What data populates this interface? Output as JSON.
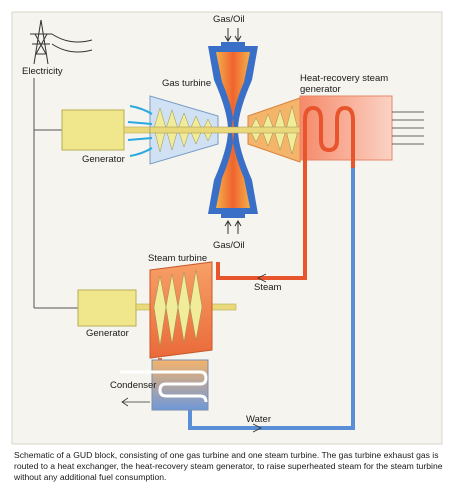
{
  "labels": {
    "gas_oil_top": "Gas/Oil",
    "gas_oil_bottom": "Gas/Oil",
    "electricity": "Electricity",
    "gas_turbine": "Gas turbine",
    "hrsg": "Heat-recovery steam generator",
    "generator_top": "Generator",
    "steam_turbine": "Steam turbine",
    "steam": "Steam",
    "generator_bottom": "Generator",
    "condenser": "Condenser",
    "water": "Water"
  },
  "caption": "Schematic of a GUD block, consisting of one gas turbine and one steam turbine. The gas turbine exhaust gas is routed to a heat exchanger, the heat-recovery steam generator, to raise superheated steam for the steam turbine without  any additional fuel consumption.",
  "colors": {
    "panel": "#f6f4ee",
    "generator": "#f0e68c",
    "combustor": "#f06a3c",
    "casing_blue": "#3a6fc8",
    "hrsg": "#f7a48d",
    "steam_line": "#e8542c",
    "water_line": "#5a8fd8",
    "turbine_blades": "#f1ec9a"
  }
}
